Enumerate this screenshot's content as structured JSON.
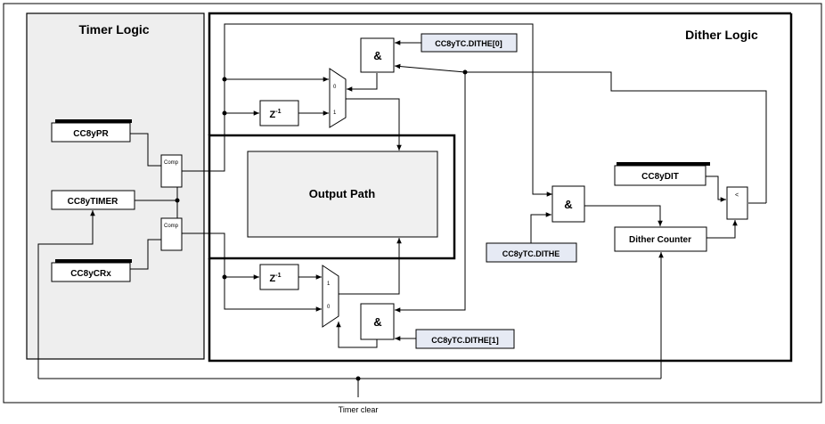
{
  "regions": {
    "timer_logic": "Timer Logic",
    "dither_logic": "Dither Logic",
    "output_path": "Output Path"
  },
  "registers": {
    "pr": "CC8yPR",
    "timer": "CC8yTIMER",
    "crx": "CC8yCRx",
    "dit": "CC8yDIT"
  },
  "comparators": {
    "comp_top": "Comp",
    "comp_bottom": "Comp",
    "less_than": "<"
  },
  "gates": {
    "and_top": "&",
    "and_mid": "&",
    "and_bottom": "&"
  },
  "delays": {
    "z_top": "Z",
    "z_bottom": "Z",
    "exponent": "-1"
  },
  "mux": {
    "top_in0": "0",
    "top_in1": "1",
    "bottom_in1": "1",
    "bottom_in0": "0"
  },
  "controls": {
    "dithe0": "CC8yTC.DITHE[0]",
    "dithe": "CC8yTC.DITHE",
    "dithe1": "CC8yTC.DITHE[1]"
  },
  "counter": "Dither Counter",
  "timer_clear": "Timer clear",
  "colors": {
    "timer_logic_fill": "#eeeeee",
    "output_path_fill": "#f0f0f0",
    "control_fill": "#e6eaf4",
    "register_accent": "#000000"
  }
}
